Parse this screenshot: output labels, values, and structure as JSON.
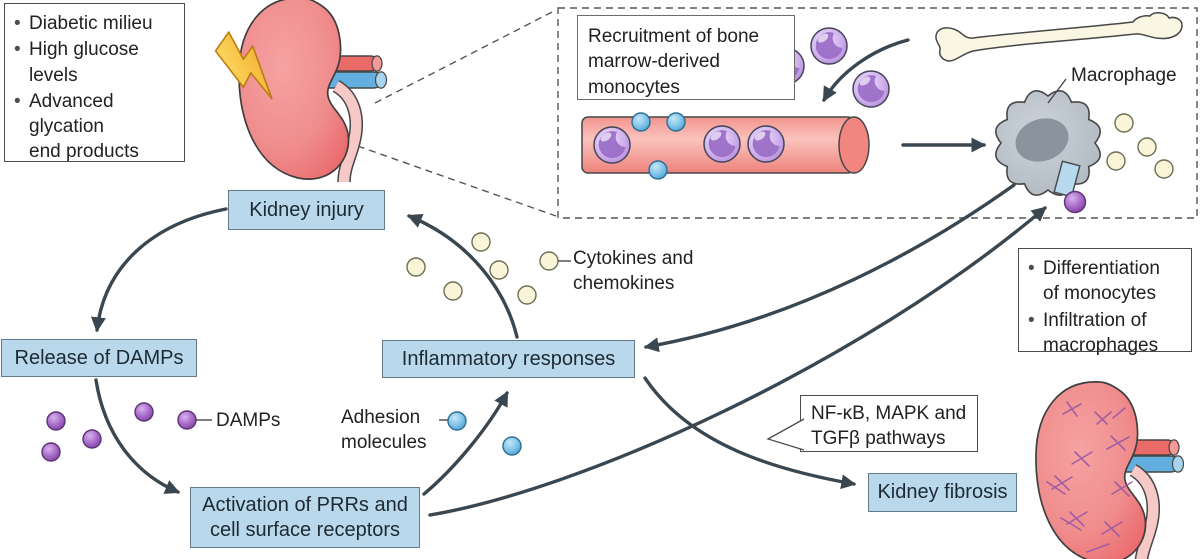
{
  "figure": {
    "title_context": "Inflammation pathway diagram in diabetic kidney disease"
  },
  "colors": {
    "box_fill_blue": "#b9d8ec",
    "box_border_blue": "#64798a",
    "box_border_dark": "#4c4c4c",
    "arrow": "#3a4750",
    "text": "#222222",
    "monocyte": "#c3a0e2",
    "monocyte_nucleus": "#9b6fc7",
    "damp": "#9552b8",
    "adhesion_molecule": "#5fb0de",
    "cytokine": "#faf4d8",
    "vessel": "#f5a09a",
    "bone": "#f9f6e3",
    "macrophage_body": "#bdc4cc",
    "macrophage_nucleus": "#8b939e",
    "kidney": "#ef8484",
    "artery": "#e96a67",
    "vein": "#62aede",
    "ureter": "#f7c9c6",
    "lightning": "#fcc93f",
    "fibrosis_mark": "#9a58a5"
  },
  "causes_box": {
    "items": [
      "Diabetic milieu",
      "High glucose\nlevels",
      "Advanced\nglycation\nend products"
    ]
  },
  "recruitment_label": "Recruitment of bone\nmarrow-derived\nmonocytes",
  "macrophage_label": "Macrophage",
  "boxes": {
    "kidney_injury": "Kidney injury",
    "release_damps": "Release of DAMPs",
    "inflammatory_responses": "Inflammatory responses",
    "activation_prrs": "Activation of PRRs and\ncell surface receptors",
    "kidney_fibrosis": "Kidney fibrosis",
    "pathways": "NF-κB, MAPK and\nTGFβ pathways"
  },
  "legends": {
    "cytokines": "Cytokines and\nchemokines",
    "damps": "DAMPs",
    "adhesion": "Adhesion\nmolecules"
  },
  "differentiation_box": {
    "items": [
      "Differentiation\nof monocytes",
      "Infiltration of\nmacrophages"
    ]
  }
}
